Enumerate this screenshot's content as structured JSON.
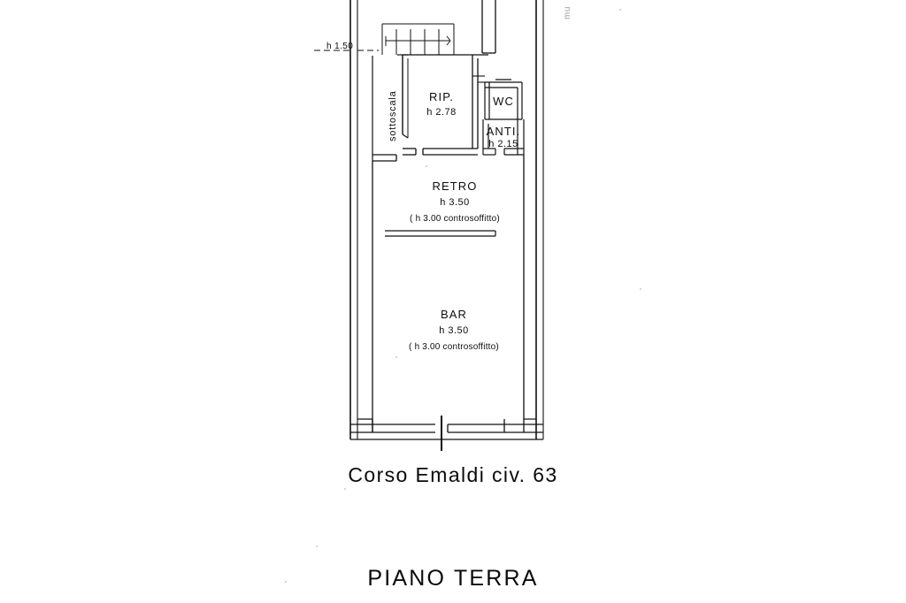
{
  "document": {
    "type": "architectural-floor-plan",
    "floor_title": "PIANO TERRA",
    "street_caption": "Corso Emaldi civ. 63"
  },
  "rooms": [
    {
      "id": "rip",
      "name": "RIP.",
      "height_label": "h 2.78",
      "subnote": ""
    },
    {
      "id": "wc",
      "name": "WC",
      "height_label": "",
      "subnote": ""
    },
    {
      "id": "anti",
      "name": "ANTI.",
      "height_label": "h 2.15",
      "subnote": ""
    },
    {
      "id": "retro",
      "name": "RETRO",
      "height_label": "h 3.50",
      "subnote": "( h 3.00 controsoffitto)"
    },
    {
      "id": "bar",
      "name": "BAR",
      "height_label": "h 3.50",
      "subnote": "( h 3.00 controsoffitto)"
    }
  ],
  "annotations": {
    "stair_under_label": "sottoscala",
    "stair_height_label": "h 1.50",
    "edge_partial_text": "mu"
  },
  "colors": {
    "ink": "#0d0d0d",
    "paper": "#ffffff",
    "faint": "#9a9a9a"
  }
}
